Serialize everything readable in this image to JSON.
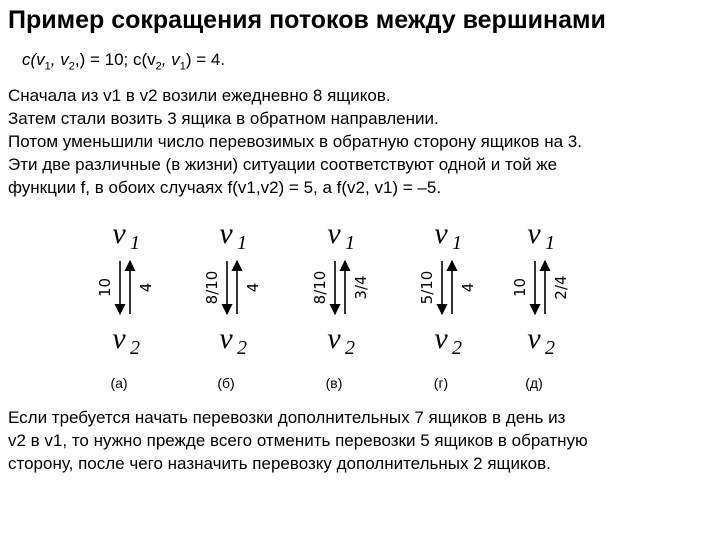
{
  "title": "Пример сокращения потоков между вершинами",
  "capacity_line": {
    "parts": [
      "c(v",
      "1",
      ", v",
      "2",
      ",) = 10; c(v",
      "2",
      ", v",
      "1",
      ") = 4."
    ]
  },
  "intro_lines": [
    "Сначала из v1 в v2 возили ежедневно 8 ящиков.",
    "Затем стали возить 3 ящика в обратном направлении.",
    "Потом уменьшили число перевозимых в обратную сторону ящиков на 3.",
    "Эти две различные (в жизни) ситуации соответствуют одной и той же",
    "функции f, в обоих случаях f(v1,v2) = 5, а f(v2, v1) = –5."
  ],
  "diagrams": [
    {
      "top_node": "v",
      "top_sub": "1",
      "bottom_node": "v",
      "bottom_sub": "2",
      "left_label": "10",
      "right_label": "4",
      "case": "(а)"
    },
    {
      "top_node": "v",
      "top_sub": "1",
      "bottom_node": "v",
      "bottom_sub": "2",
      "left_label": "8/10",
      "right_label": "4",
      "case": "(б)"
    },
    {
      "top_node": "v",
      "top_sub": "1",
      "bottom_node": "v",
      "bottom_sub": "2",
      "left_label": "8/10",
      "right_label": "3/4",
      "case": "(в)"
    },
    {
      "top_node": "v",
      "top_sub": "1",
      "bottom_node": "v",
      "bottom_sub": "2",
      "left_label": "5/10",
      "right_label": "4",
      "case": "(г)"
    },
    {
      "top_node": "v",
      "top_sub": "1",
      "bottom_node": "v",
      "bottom_sub": "2",
      "left_label": "10",
      "right_label": "2/4",
      "case": "(д)"
    }
  ],
  "outro_lines": [
    "Если требуется начать перевозки дополнительных 7 ящиков в день из",
    "v2 в v1, то нужно прежде всего отменить перевозки 5 ящиков в обратную",
    "сторону, после чего назначить перевозку дополнительных 2 ящиков."
  ],
  "colors": {
    "node_fill": "#ffffff",
    "line": "#000000"
  }
}
